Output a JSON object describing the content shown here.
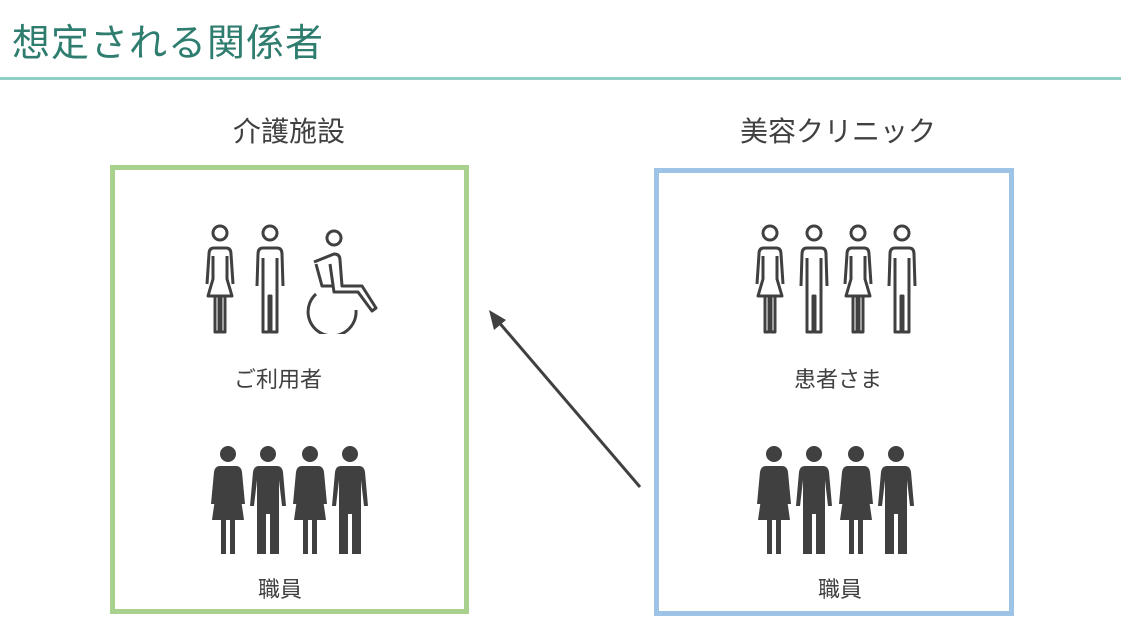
{
  "title": "想定される関係者",
  "colors": {
    "title": "#2e7d6f",
    "rule": "#8fcfc4",
    "care_box": "#a9d18e",
    "clinic_box": "#9dc3e6",
    "icon": "#404040"
  },
  "care_facility": {
    "heading": "介護施設",
    "users_label": "ご利用者",
    "staff_label": "職員"
  },
  "clinic": {
    "heading": "美容クリニック",
    "patients_label": "患者さま",
    "staff_label": "職員"
  }
}
